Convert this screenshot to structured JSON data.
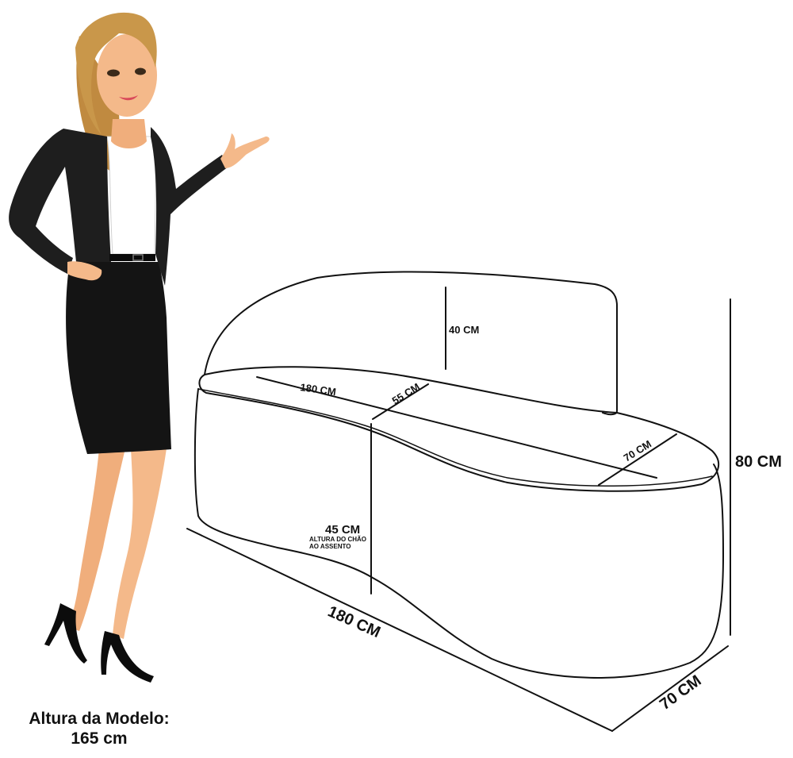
{
  "model_caption": {
    "line1": "Altura da Modelo:",
    "line2": "165 cm"
  },
  "dimensions": {
    "backrest_height": "40 CM",
    "seat_length": "180 CM",
    "seat_depth": "55 CM",
    "side_depth": "70 CM",
    "total_height": "80 CM",
    "seat_height": "45 CM",
    "seat_height_note_1": "ALTURA DO CHÃO",
    "seat_height_note_2": "AO ASSENTO",
    "base_length": "180 CM",
    "base_depth": "70 CM"
  },
  "colors": {
    "skin": "#f4b98a",
    "hair": "#c9974a",
    "jacket": "#1e1e1e",
    "skirt": "#141414",
    "shirt": "#ffffff",
    "line": "#111111"
  }
}
